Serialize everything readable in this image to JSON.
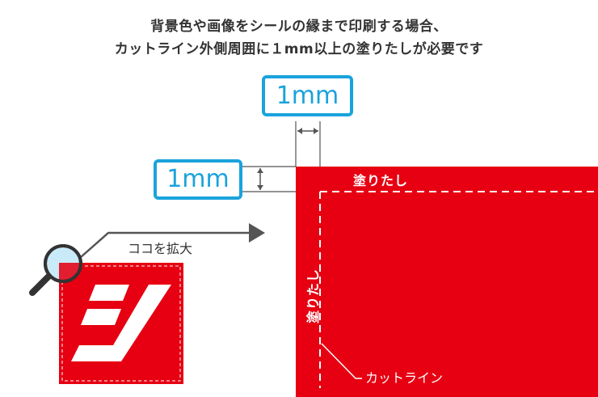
{
  "heading": {
    "line1": "背景色や画像をシールの縁まで印刷する場合、",
    "line2": "カットライン外側周囲に１mm以上の塗りたしが必要です"
  },
  "measure": {
    "top_label": "1mm",
    "left_label": "1mm"
  },
  "labels": {
    "bleed_top": "塗りたし",
    "bleed_side": "塗りたし",
    "cut_line": "カットライン",
    "zoom": "ココを拡大"
  },
  "colors": {
    "red": "#e60012",
    "blue": "#1aa3dc",
    "text": "#333333",
    "arrow": "#555555"
  }
}
